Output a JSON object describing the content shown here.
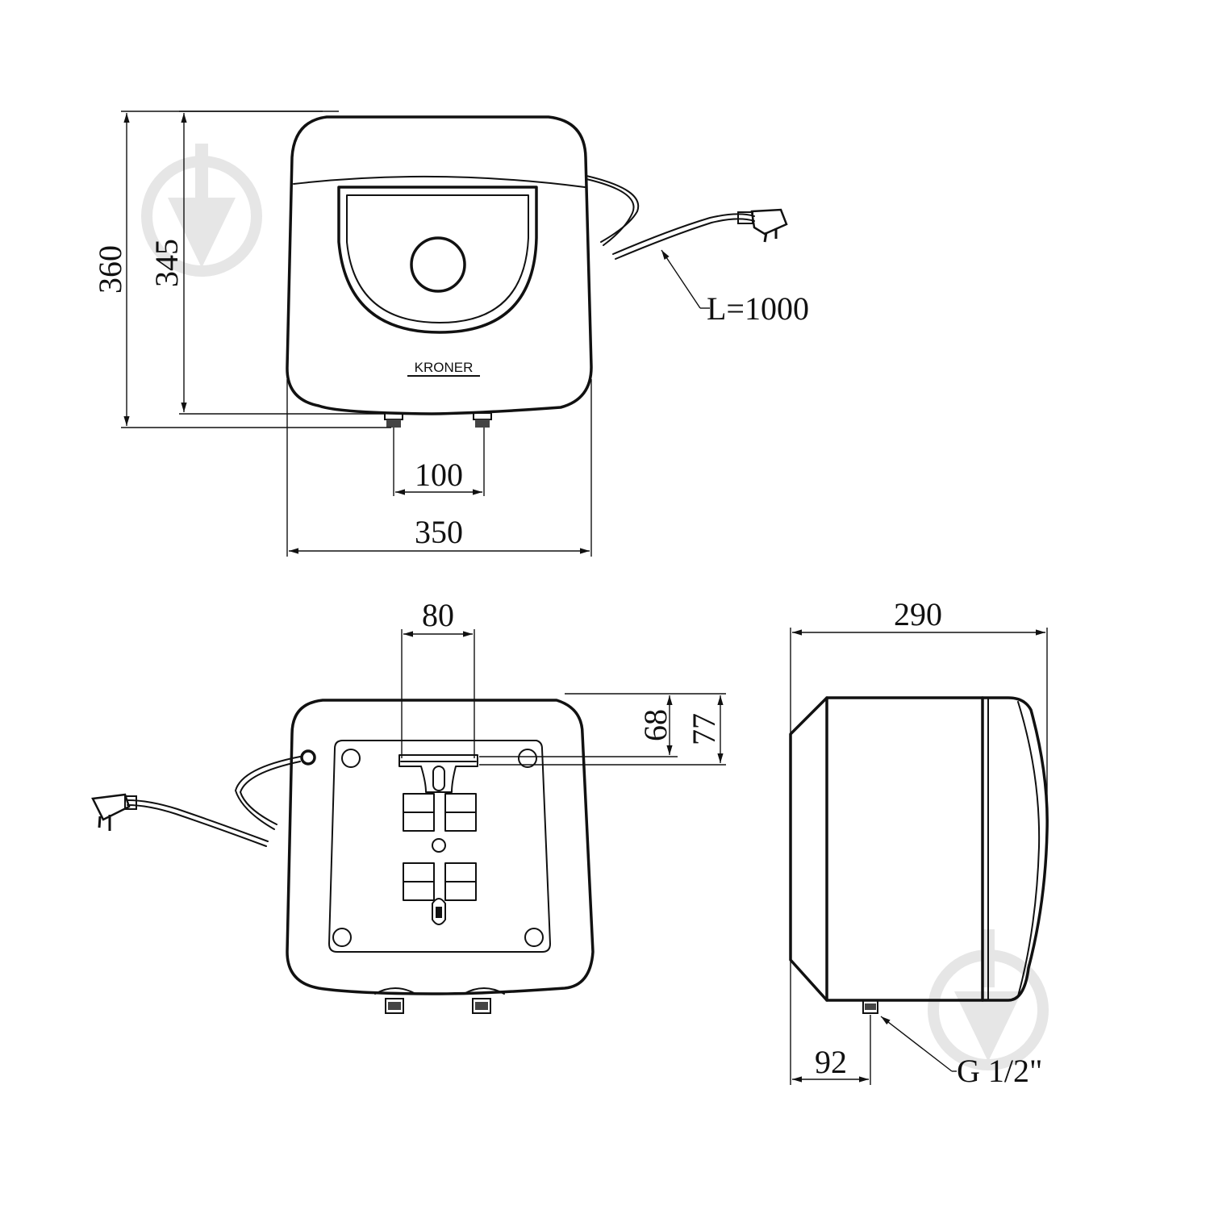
{
  "drawing": {
    "brand_label": "KRONER",
    "dimensions": {
      "overall_height": "360",
      "body_height": "345",
      "pipe_spacing": "100",
      "overall_width": "350",
      "cable_length": "L=1000",
      "mount_spacing": "80",
      "mount_offset_a": "68",
      "mount_offset_b": "77",
      "depth": "290",
      "pipe_offset": "92",
      "thread": "G 1/2\""
    }
  }
}
